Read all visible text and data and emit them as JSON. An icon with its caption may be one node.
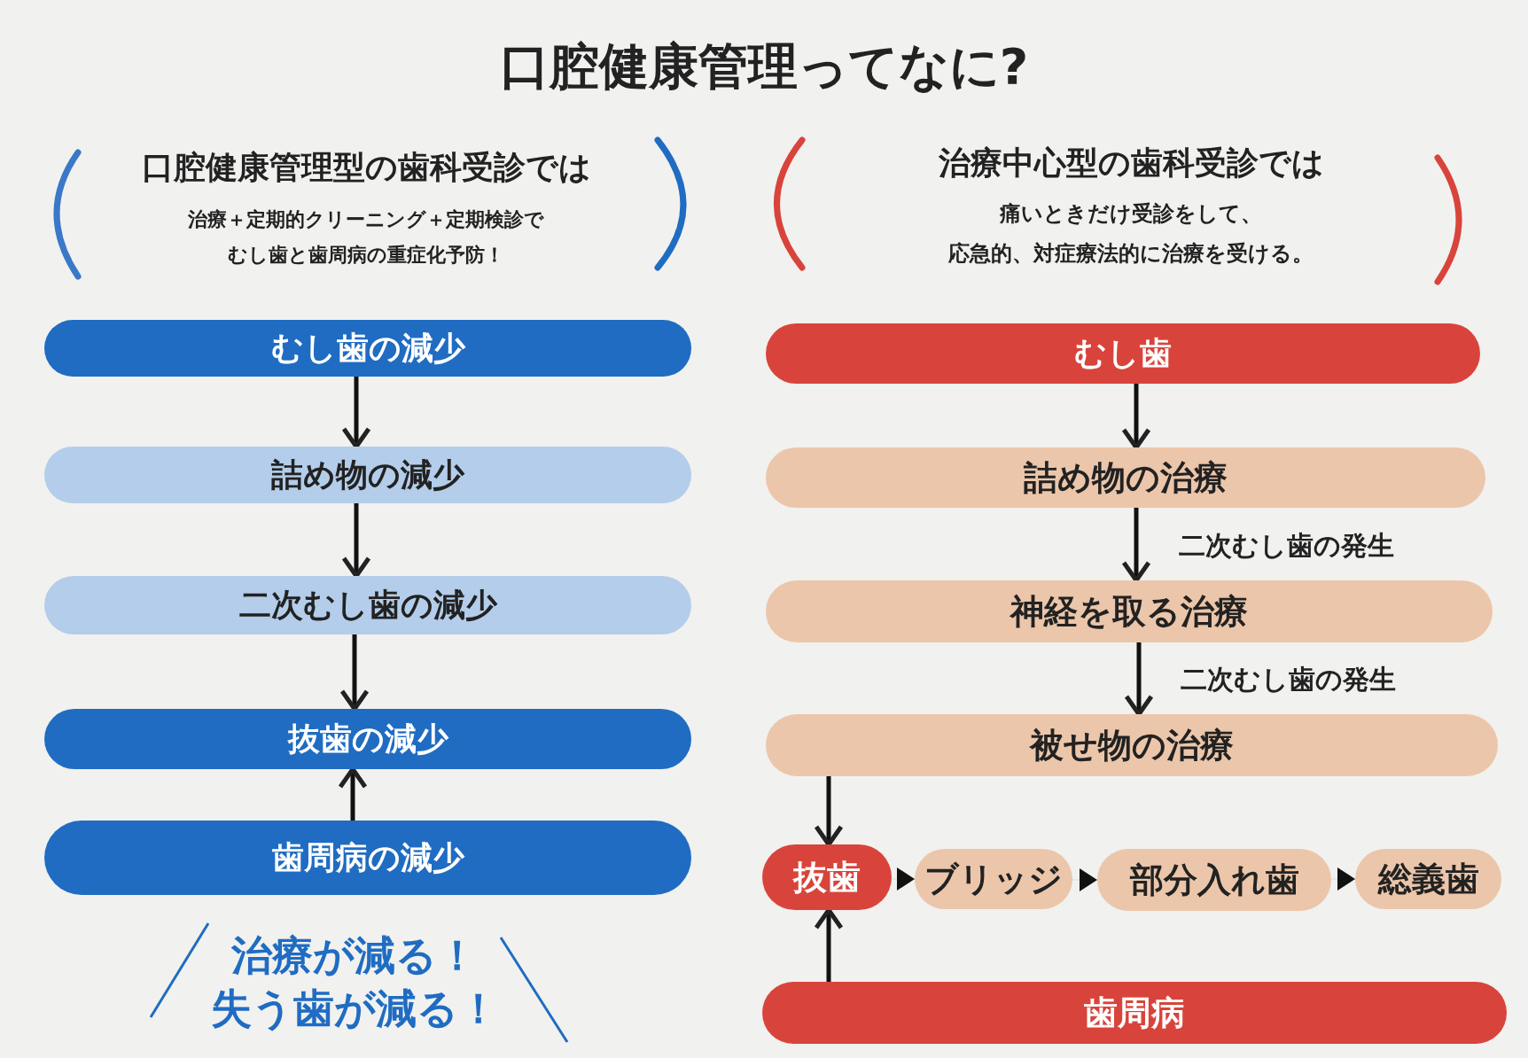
{
  "diagram": {
    "title": "口腔健康管理ってなに?",
    "nodes": [
      {
        "text": [
          "むし歯の減少"
        ]
      },
      {
        "text": [
          "詰め物の減少"
        ]
      },
      {
        "text": [
          "二次むし歯の減少"
        ]
      },
      {
        "text": [
          "抜歯の減少"
        ]
      },
      {
        "text": [
          "歯周病の減少"
        ]
      },
      {
        "text": [
          "むし歯"
        ]
      },
      {
        "text": [
          "詰め物の治療"
        ]
      },
      {
        "text": [
          "神経を取る治療"
        ]
      },
      {
        "text": [
          "被せ物の治療"
        ]
      },
      {
        "text": [
          "抜歯"
        ]
      },
      {
        "text": [
          "ブリッジ"
        ]
      },
      {
        "text": [
          "部分入れ歯"
        ]
      },
      {
        "text": [
          "総義歯"
        ]
      },
      {
        "text": [
          "歯周病"
        ]
      }
    ],
    "edges": [
      {
        "from": 0,
        "to": 1,
        "arrow": "to"
      },
      {
        "from": 1,
        "to": 2,
        "arrow": "to"
      },
      {
        "from": 2,
        "to": 3,
        "arrow": "to"
      },
      {
        "from": 4,
        "to": 3,
        "arrow": "to"
      },
      {
        "from": 5,
        "to": 6,
        "arrow": "to"
      },
      {
        "from": 6,
        "to": 7,
        "arrow": "to",
        "label": "二次むし歯の発生"
      },
      {
        "from": 7,
        "to": 8,
        "arrow": "to",
        "label": "二次むし歯の発生"
      },
      {
        "from": 8,
        "to": 9,
        "arrow": "to"
      },
      {
        "from": 13,
        "to": 9,
        "arrow": "to"
      },
      {
        "from": 9,
        "to": 10,
        "arrow": "to"
      },
      {
        "from": 10,
        "to": 11,
        "arrow": "to"
      },
      {
        "from": 11,
        "to": 12,
        "arrow": "to"
      }
    ],
    "labels": [
      "口腔健康管理型の歯科受診では",
      "治療＋定期的クリーニング＋定期検診で",
      "むし歯と歯周病の重症化予防！",
      "治療中心型の歯科受診では",
      "痛いときだけ受診をして、",
      "応急的、対症療法的に治療を受ける。",
      "治療が減る！",
      "失う歯が減る！"
    ]
  }
}
